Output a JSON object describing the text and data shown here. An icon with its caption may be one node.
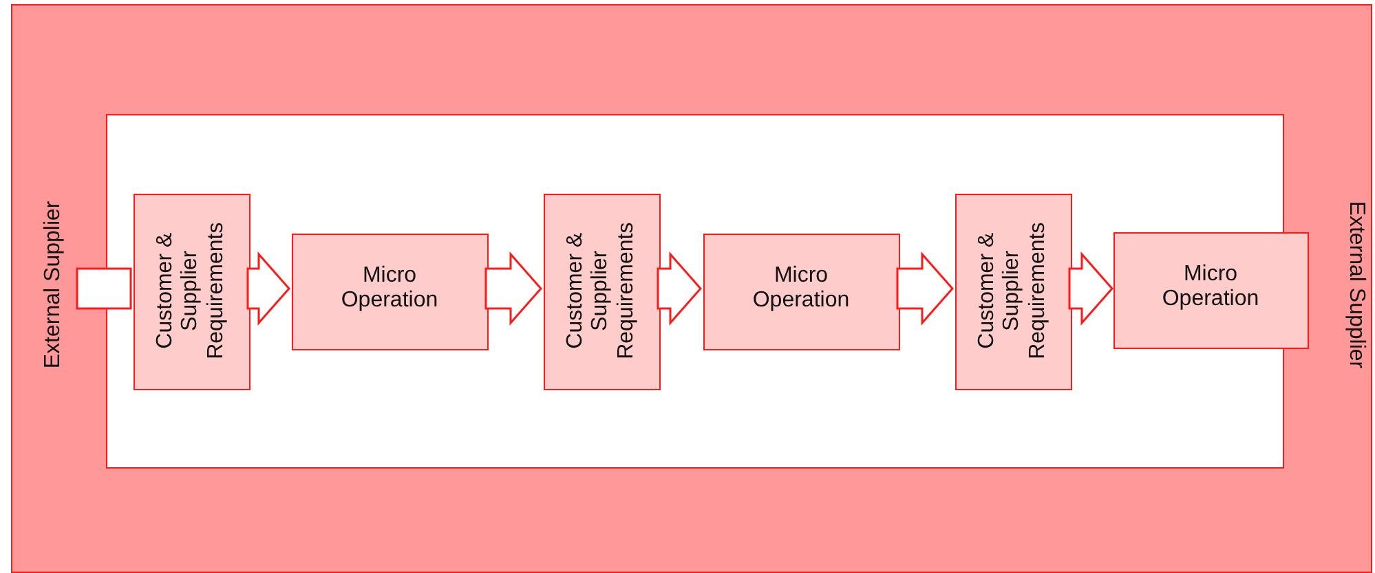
{
  "diagram": {
    "nodes": [
      {
        "text": [
          "External Supplier",
          "External Supplier"
        ]
      },
      {
        "text": [],
        "shape": "box",
        "in": 0
      },
      {
        "text": [
          "Customer & Supplier Requirements"
        ],
        "in": 1
      },
      {
        "text": [
          "Micro Operation"
        ],
        "in": 1
      },
      {
        "text": [
          "Customer & Supplier Requirements"
        ],
        "in": 1
      },
      {
        "text": [
          "Micro Operation"
        ],
        "in": 1
      },
      {
        "text": [
          "Customer & Supplier Requirements"
        ],
        "in": 1
      },
      {
        "text": [
          "Micro Operation"
        ],
        "in": 0
      }
    ],
    "edges": [
      {
        "from": 0,
        "to": 2,
        "arrow": "none"
      },
      {
        "from": 2,
        "to": 3,
        "arrow": "to"
      },
      {
        "from": 3,
        "to": 4,
        "arrow": "to"
      },
      {
        "from": 4,
        "to": 5,
        "arrow": "to"
      },
      {
        "from": 5,
        "to": 6,
        "arrow": "to"
      },
      {
        "from": 6,
        "to": 7,
        "arrow": "to"
      }
    ]
  }
}
